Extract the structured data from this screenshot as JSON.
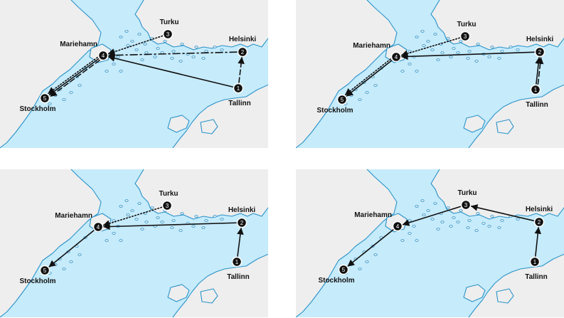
{
  "colors": {
    "sea": "#c6ebfb",
    "land": "#eeeeee",
    "coast": "#2a93c9",
    "route": "#111111",
    "node_fill": "#111111",
    "node_stroke": "#ffffff",
    "node_text": "#ffffff"
  },
  "cities": [
    {
      "id": "tallinn",
      "name": "Tallinn",
      "node": "1"
    },
    {
      "id": "helsinki",
      "name": "Helsinki",
      "node": "2"
    },
    {
      "id": "turku",
      "name": "Turku",
      "node": "3"
    },
    {
      "id": "mariehamn",
      "name": "Mariehamn",
      "node": "4"
    },
    {
      "id": "stockholm",
      "name": "Stockholm",
      "node": "5"
    }
  ],
  "panels": [
    {
      "routes": [
        {
          "from": "tallinn",
          "to": "mariehamn",
          "style": "solid"
        },
        {
          "from": "tallinn",
          "to": "helsinki",
          "style": "dashed"
        },
        {
          "from": "helsinki",
          "to": "mariehamn",
          "style": "dashdot"
        },
        {
          "from": "turku",
          "to": "mariehamn",
          "style": "dotted"
        },
        {
          "from": "mariehamn",
          "to": "stockholm",
          "style": "solid"
        },
        {
          "from": "mariehamn",
          "to": "stockholm",
          "style": "dotted"
        },
        {
          "from": "mariehamn",
          "to": "stockholm",
          "style": "dashed"
        }
      ]
    },
    {
      "routes": [
        {
          "from": "tallinn",
          "to": "helsinki",
          "style": "solid"
        },
        {
          "from": "tallinn",
          "to": "helsinki",
          "style": "dashed"
        },
        {
          "from": "helsinki",
          "to": "mariehamn",
          "style": "solid"
        },
        {
          "from": "turku",
          "to": "mariehamn",
          "style": "dotted"
        },
        {
          "from": "mariehamn",
          "to": "stockholm",
          "style": "solid"
        },
        {
          "from": "mariehamn",
          "to": "stockholm",
          "style": "dotted"
        }
      ]
    },
    {
      "routes": [
        {
          "from": "tallinn",
          "to": "helsinki",
          "style": "solid"
        },
        {
          "from": "helsinki",
          "to": "mariehamn",
          "style": "solid"
        },
        {
          "from": "turku",
          "to": "mariehamn",
          "style": "dotted"
        },
        {
          "from": "mariehamn",
          "to": "stockholm",
          "style": "solid"
        }
      ]
    },
    {
      "routes": [
        {
          "from": "tallinn",
          "to": "helsinki",
          "style": "solid"
        },
        {
          "from": "helsinki",
          "to": "turku",
          "style": "solid"
        },
        {
          "from": "turku",
          "to": "mariehamn",
          "style": "solid"
        },
        {
          "from": "mariehamn",
          "to": "stockholm",
          "style": "solid"
        }
      ]
    }
  ]
}
